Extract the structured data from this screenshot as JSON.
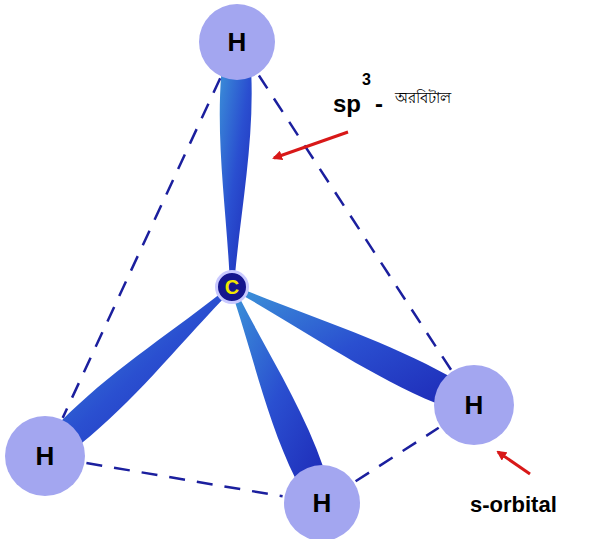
{
  "diagram": {
    "nodes": [
      {
        "text": [
          "H"
        ]
      },
      {
        "text": [
          "C"
        ]
      },
      {
        "text": [
          "H"
        ]
      },
      {
        "text": [
          "H"
        ]
      },
      {
        "text": [
          "H"
        ]
      }
    ],
    "edges": [
      {
        "from": 1,
        "to": 0,
        "arrow": "none"
      },
      {
        "from": 1,
        "to": 2,
        "arrow": "none"
      },
      {
        "from": 1,
        "to": 3,
        "arrow": "none"
      },
      {
        "from": 1,
        "to": 4,
        "arrow": "none"
      },
      {
        "from": 0,
        "to": 3,
        "arrow": "none"
      },
      {
        "from": 3,
        "to": 4,
        "arrow": "none"
      },
      {
        "from": 4,
        "to": 2,
        "arrow": "none"
      },
      {
        "from": 2,
        "to": 0,
        "arrow": "none"
      }
    ],
    "labels": [
      "sp",
      "3",
      "-",
      "অরবিটাল",
      "s-orbital"
    ]
  }
}
